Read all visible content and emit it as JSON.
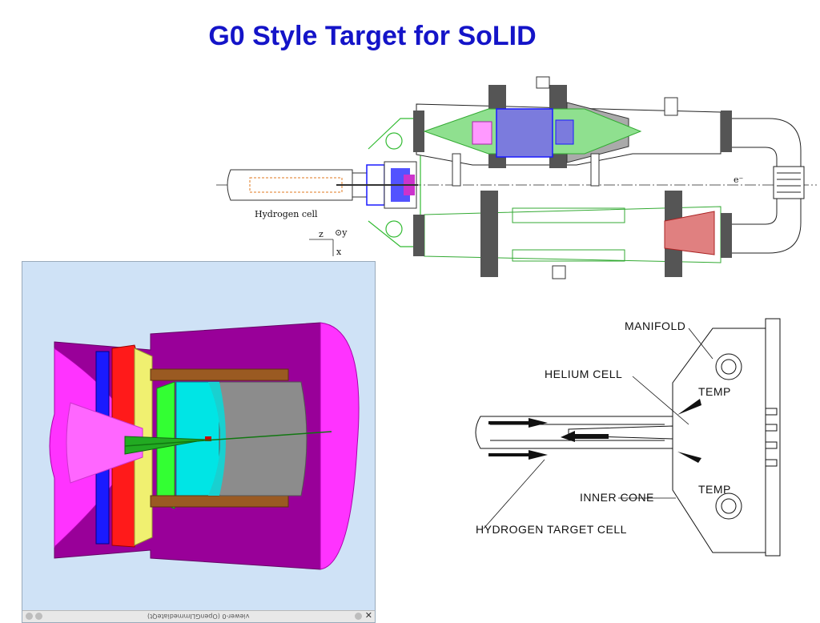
{
  "slide": {
    "title": "G0 Style Target for SoLID"
  },
  "top_schematic": {
    "hydrogen_cell_label": "Hydrogen cell",
    "beam_label": "e⁻",
    "axis_z": "z",
    "axis_y": "⊙y",
    "axis_x": "x"
  },
  "viewer": {
    "window_title": "viewer-0 (OpenGLImmediateQt)",
    "close_glyph": "✕"
  },
  "cad_drawing": {
    "manifold": "MANIFOLD",
    "helium_cell": "HELIUM CELL",
    "temp_top": "TEMP",
    "temp_bottom": "TEMP",
    "inner_cone": "INNER CONE",
    "hydrogen_target_cell": "HYDROGEN TARGET CELL"
  },
  "colors": {
    "title": "#1414c8",
    "viewer_background": "#cfe2f6",
    "magenta": "#ff33ff",
    "purple": "#990099",
    "cyan": "#00e5e5",
    "green": "#33ff33",
    "red": "#ff1a1a",
    "blue": "#1a1aff",
    "gray": "#8c8c8c"
  }
}
